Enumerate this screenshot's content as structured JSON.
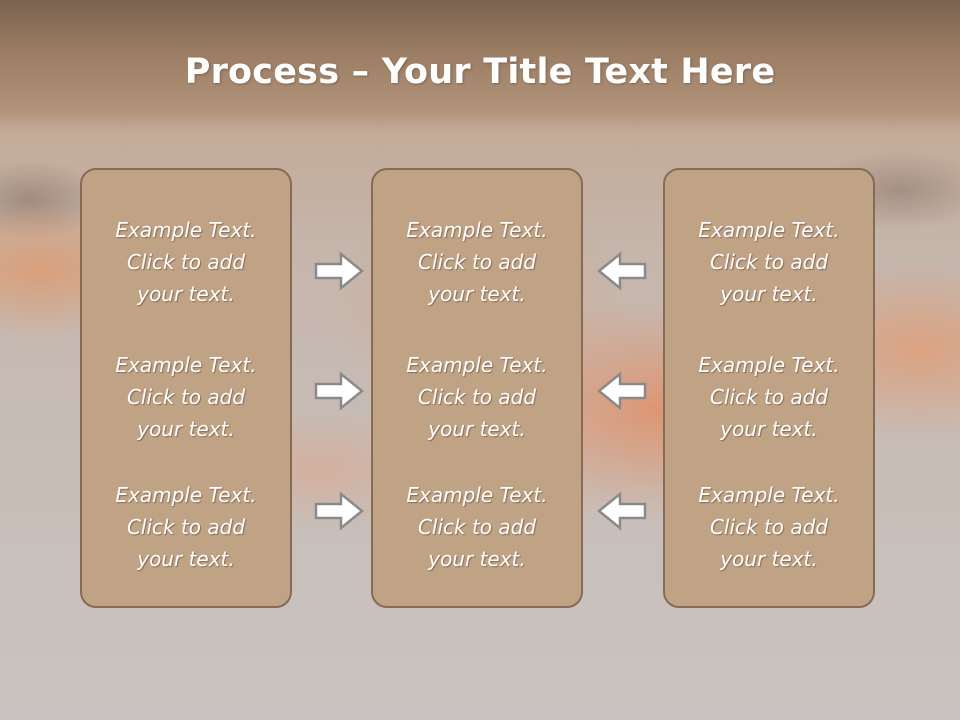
{
  "slide": {
    "title_bold": "Process",
    "title_rest": " – Your Title Text Here"
  },
  "columns": [
    {
      "items": [
        {
          "line1": "Example Text.",
          "line2": "Click  to add",
          "line3": "your text."
        },
        {
          "line1": "Example Text.",
          "line2": "Click  to add",
          "line3": "your text."
        },
        {
          "line1": "Example Text.",
          "line2": "Click  to add",
          "line3": "your text."
        }
      ]
    },
    {
      "items": [
        {
          "line1": "Example Text.",
          "line2": "Click  to add",
          "line3": "your text."
        },
        {
          "line1": "Example Text.",
          "line2": "Click  to add",
          "line3": "your text."
        },
        {
          "line1": "Example Text.",
          "line2": "Click  to add",
          "line3": "your text."
        }
      ]
    },
    {
      "items": [
        {
          "line1": "Example Text.",
          "line2": "Click  to add",
          "line3": "your text."
        },
        {
          "line1": "Example Text.",
          "line2": "Click  to add",
          "line3": "your text."
        },
        {
          "line1": "Example Text.",
          "line2": "Click  to add",
          "line3": "your text."
        }
      ]
    }
  ],
  "arrows": {
    "left_group": "arrow-right-icon",
    "right_group": "arrow-left-icon"
  },
  "colors": {
    "panel_fill": "#c0a284",
    "panel_border": "#866c56",
    "title_band": "#9a7c62",
    "text": "#ffffff"
  }
}
